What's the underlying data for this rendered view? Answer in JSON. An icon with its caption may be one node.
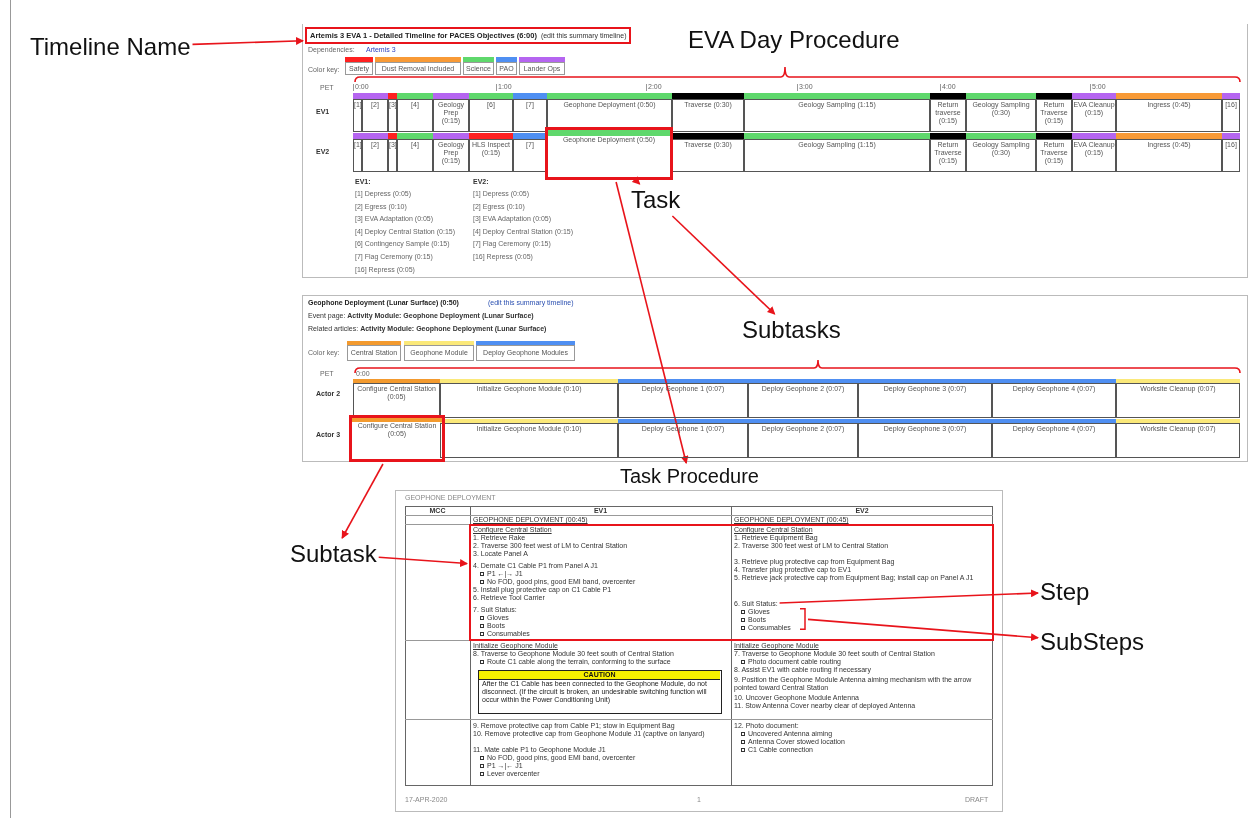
{
  "diagram": {
    "nodes": [
      {
        "text": [
          "Timeline Name"
        ]
      },
      {
        "text": [
          "Artemis 3 EVA 1 - Detailed Timeline for PACES Objectives (6:00)",
          "(edit this summary timeline)"
        ]
      },
      {
        "text": [
          "Geophone Deployment (0:50)"
        ]
      },
      {
        "text": [
          "Task"
        ]
      },
      {
        "text": [
          "Subtasks"
        ]
      },
      {
        "text": [
          "Configure Central Station (0:05)"
        ]
      },
      {
        "text": [
          "Task Procedure"
        ]
      },
      {
        "text": [
          "Subtask"
        ]
      },
      {
        "text": [
          "Configure Central Station",
          "1. Retrieve Rake",
          "2. Traverse 300 feet west of LM to Central Station",
          "3. Locate Panel A",
          "4. Demate C1 Cable P1 from Panel A J1",
          "P1 ←|→ J1",
          "No FOD, good pins, good EMI band, overcenter",
          "5. Install plug protective cap on C1 Cable P1",
          "6. Retrieve Tool Carrier",
          "7. Suit Status:",
          "Gloves",
          "Boots",
          "Consumables",
          "Configure Central Station",
          "1. Retrieve Equipment Bag",
          "2. Traverse 300 feet west of LM to Central Station",
          "3. Retrieve plug protective cap from Equipment Bag",
          "4. Transfer plug protective cap to EV1",
          "5. Retrieve jack protective cap from Equipment Bag; install cap on Panel A J1",
          "Gloves",
          "Boots",
          "Consumables"
        ]
      },
      {
        "text": [
          "6. Suit Status:"
        ],
        "in": 8
      },
      {
        "text": [],
        "shape": "bracket",
        "in": 8
      },
      {
        "text": [
          "Step"
        ]
      },
      {
        "text": [
          "SubSteps"
        ]
      },
      {
        "text": [
          "CAUTION",
          "After the C1 Cable has been connected to the Geophone Module, do not disconnect. (If the circuit is broken, an undesirable switching function will occur within the Power Conditioning Unit)"
        ]
      }
    ],
    "edges": [
      {
        "from": 0,
        "to": 1,
        "arrow": "to"
      },
      {
        "from": 2,
        "to": 3,
        "arrow": "to"
      },
      {
        "from": 2,
        "to": 6,
        "arrow": "to"
      },
      {
        "from": 3,
        "to": 4,
        "arrow": "to"
      },
      {
        "from": 5,
        "to": 7,
        "arrow": "to"
      },
      {
        "from": 7,
        "to": 8,
        "arrow": "to"
      },
      {
        "from": 9,
        "to": 11,
        "arrow": "to"
      },
      {
        "from": 10,
        "to": 12,
        "arrow": "to"
      }
    ],
    "labels": [
      "EVA Day Procedure",
      "Dependencies:",
      "Artemis 3",
      "Color key:",
      "PET",
      "0:00",
      "1:00",
      "2:00",
      "3:00",
      "4:00",
      "5:00",
      "EV1",
      "[1]",
      "[2]",
      "[3]",
      "[4]",
      "Geology Prep (0:15)",
      "[6]",
      "[7]",
      "Geophone Deployment (0:50)",
      "Traverse (0:30)",
      "Geology Sampling (1:15)",
      "Return traverse (0:15)",
      "Geology Sampling (0:30)",
      "Return Traverse (0:15)",
      "EVA Cleanup (0:15)",
      "Ingress (0:45)",
      "[16]",
      "EV2",
      "[1]",
      "[2]",
      "[3]",
      "[4]",
      "Geology Prep (0:15)",
      "HLS Inspect (0:15)",
      "[7]",
      "Traverse (0:30)",
      "Geology Sampling (1:15)",
      "Return Traverse (0:15)",
      "Geology Sampling (0:30)",
      "Return Traverse (0:15)",
      "EVA Cleanup (0:15)",
      "Ingress (0:45)",
      "[16]",
      "EV1:",
      "[1] Depress (0:05)",
      "[2] Egress (0:10)",
      "[3] EVA Adaptation (0:05)",
      "[4] Deploy Central Station (0:15)",
      "[6] Contingency Sample (0:15)",
      "[7] Flag Ceremony (0:15)",
      "[16] Repress (0:05)",
      "EV2:",
      "[1] Depress (0:05)",
      "[2] Egress (0:10)",
      "[3] EVA Adaptation (0:05)",
      "[4] Deploy Central Station (0:15)",
      "[7] Flag Ceremony (0:15)",
      "[16] Repress (0:05)",
      "Geophone Deployment (Lunar Surface) (0:50)",
      "(edit this summary timeline)",
      "Event page: **Activity Module: Geophone Deployment (Lunar Surface)**",
      "Related articles: **Activity Module: Geophone Deployment (Lunar Surface)**",
      "Color key:",
      "PET",
      "0:00",
      "Actor 2",
      "Configure Central Station (0:05)",
      "Initialize Geophone Module (0:10)",
      "Deploy Geophone 1 (0:07)",
      "Deploy Geophone 2 (0:07)",
      "Deploy Geophone 3 (0:07)",
      "Deploy Geophone 4 (0:07)",
      "Worksite Cleanup (0:07)",
      "Actor 3",
      "Initialize Geophone Module (0:10)",
      "Deploy Geophone 1 (0:07)",
      "Deploy Geophone 2 (0:07)",
      "Deploy Geophone 3 (0:07)",
      "Deploy Geophone 4 (0:07)",
      "Worksite Cleanup (0:07)",
      "GEOPHONE DEPLOYMENT",
      "MCC",
      "EV1",
      "EV2",
      "GEOPHONE DEPLOYMENT (00:45)",
      "GEOPHONE DEPLOYMENT (00:45)",
      "Initialize Geophone Module",
      "8. Traverse to Geophone Module 30 feet south of Central Station",
      "Route C1 cable along the terrain, conforming to the surface",
      "Initialize Geophone Module",
      "7. Traverse to Geophone Module 30 feet south of Central Station",
      "Photo document cable routing",
      "8. Assist EV1 with cable routing if necessary",
      "9. Position the Geophone Module Antenna aiming mechanism with the arrow pointed toward Central Station",
      "10. Uncover Geophone Module Antenna",
      "11. Stow Antenna Cover nearby clear of deployed Antenna",
      "9. Remove protective cap from Cable P1; stow in Equipment Bag",
      "10. Remove protective cap from Geophone Module J1 (captive on lanyard)",
      "11. Mate cable P1 to Geophone Module J1",
      "No FOD, good pins, good EMI band, overcenter",
      "P1 →|← J1",
      "Lever overcenter",
      "12. Photo document:",
      "Uncovered Antenna aiming",
      "Antenna Cover stowed location",
      "C1 Cable connection",
      "17-APR-2020",
      "1",
      "DRAFT"
    ],
    "legend": [
      {
        "text": "Safety",
        "color": "#ff2020"
      },
      {
        "text": "Dust Removal Included",
        "color": "#f89a36"
      },
      {
        "text": "Science",
        "color": "#5fd86c"
      },
      {
        "text": "PAO",
        "color": "#4f8ff2"
      },
      {
        "text": "Lander Ops",
        "color": "#b565f0"
      },
      {
        "text": "Central Station",
        "color": "#f39a2e"
      },
      {
        "text": "Geophone Module",
        "color": "#fbe97a"
      },
      {
        "text": "Deploy Geophone Modules",
        "color": "#4f8ff2"
      }
    ]
  }
}
